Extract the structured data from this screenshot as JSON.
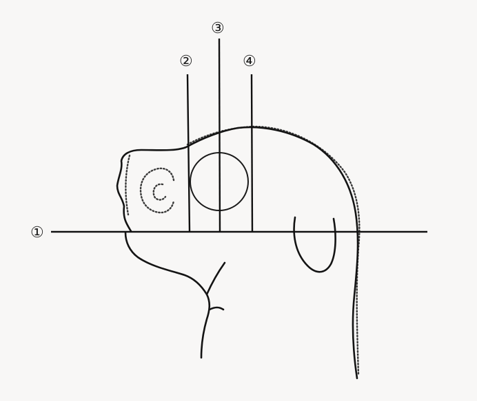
{
  "diagram": {
    "markers": {
      "m1": "①",
      "m2": "②",
      "m3": "③",
      "m4": "④"
    },
    "colors": {
      "ink": "#141414",
      "paper": "#f8f7f6"
    }
  }
}
